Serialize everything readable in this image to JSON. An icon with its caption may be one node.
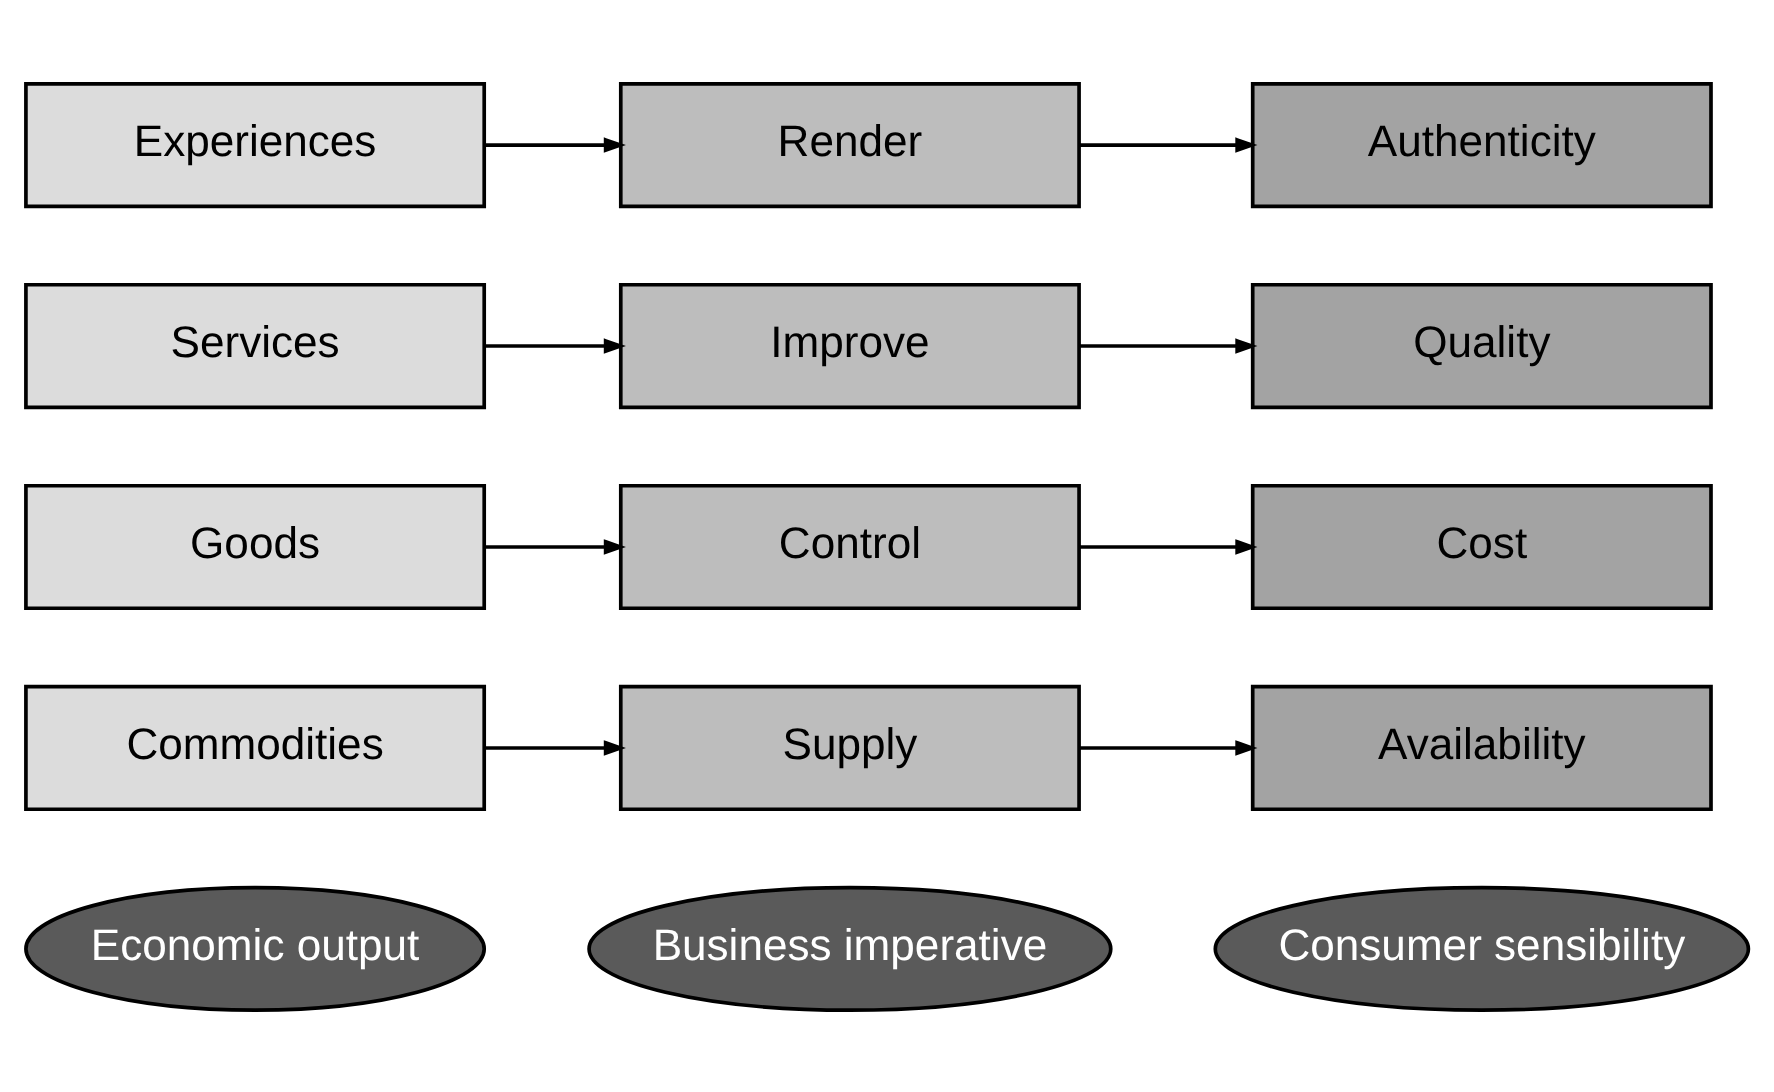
{
  "diagram": {
    "nodes": [
      {
        "text": [
          "Economic output"
        ]
      },
      {
        "text": [
          "Business imperative"
        ]
      },
      {
        "text": [
          "Consumer sensibility"
        ]
      },
      {
        "text": [
          "Commodities"
        ]
      },
      {
        "text": [
          "Supply"
        ]
      },
      {
        "text": [
          "Availability"
        ]
      },
      {
        "text": [
          "Goods"
        ]
      },
      {
        "text": [
          "Control"
        ]
      },
      {
        "text": [
          "Cost"
        ]
      },
      {
        "text": [
          "Services"
        ]
      },
      {
        "text": [
          "Improve"
        ]
      },
      {
        "text": [
          "Quality"
        ]
      },
      {
        "text": [
          "Experiences"
        ]
      },
      {
        "text": [
          "Render"
        ]
      },
      {
        "text": [
          "Authenticity"
        ]
      }
    ],
    "edges": [
      {
        "from": 3,
        "to": 4,
        "arrow": "to"
      },
      {
        "from": 4,
        "to": 5,
        "arrow": "to"
      },
      {
        "from": 6,
        "to": 7,
        "arrow": "to"
      },
      {
        "from": 7,
        "to": 8,
        "arrow": "to"
      },
      {
        "from": 9,
        "to": 10,
        "arrow": "to"
      },
      {
        "from": 10,
        "to": 11,
        "arrow": "to"
      },
      {
        "from": 12,
        "to": 13,
        "arrow": "to"
      },
      {
        "from": 13,
        "to": 14,
        "arrow": "to"
      }
    ]
  }
}
